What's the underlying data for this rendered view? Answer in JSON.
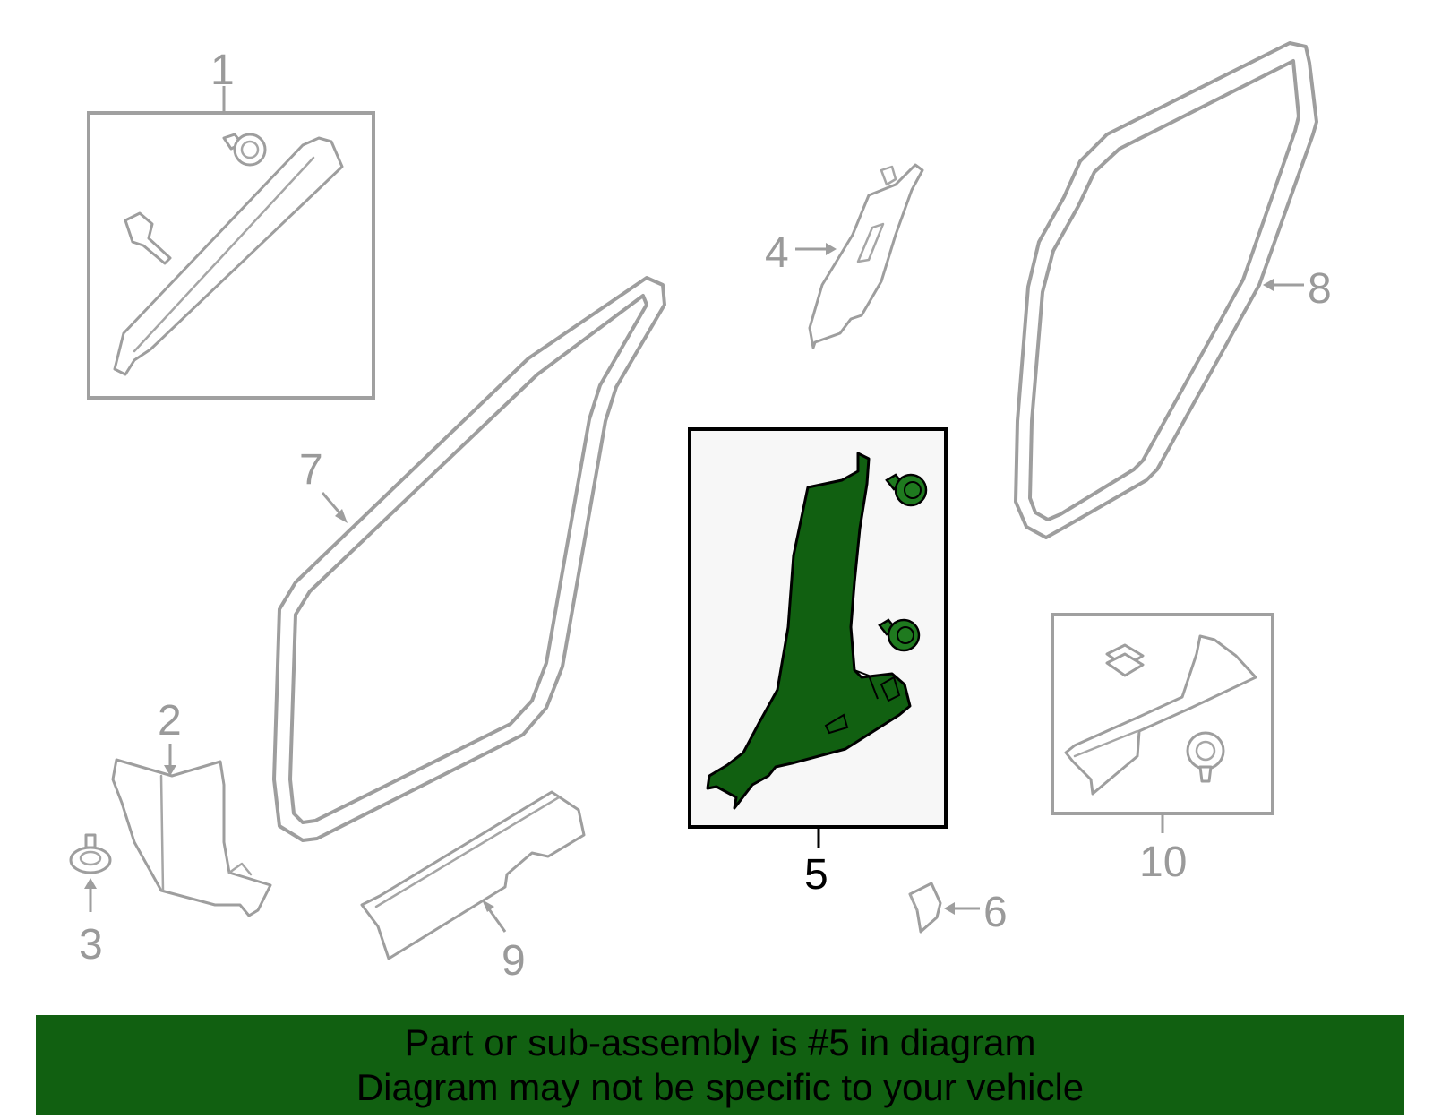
{
  "callouts": {
    "c1": "1",
    "c2": "2",
    "c3": "3",
    "c4": "4",
    "c5": "5",
    "c6": "6",
    "c7": "7",
    "c8": "8",
    "c9": "9",
    "c10": "10"
  },
  "banner": {
    "line1": "Part or sub-assembly is #5 in diagram",
    "line2": "Diagram may not be specific to your vehicle"
  },
  "colors": {
    "highlight": "#116011",
    "line_gray": "#9e9e9e",
    "banner_bg": "#116011"
  }
}
